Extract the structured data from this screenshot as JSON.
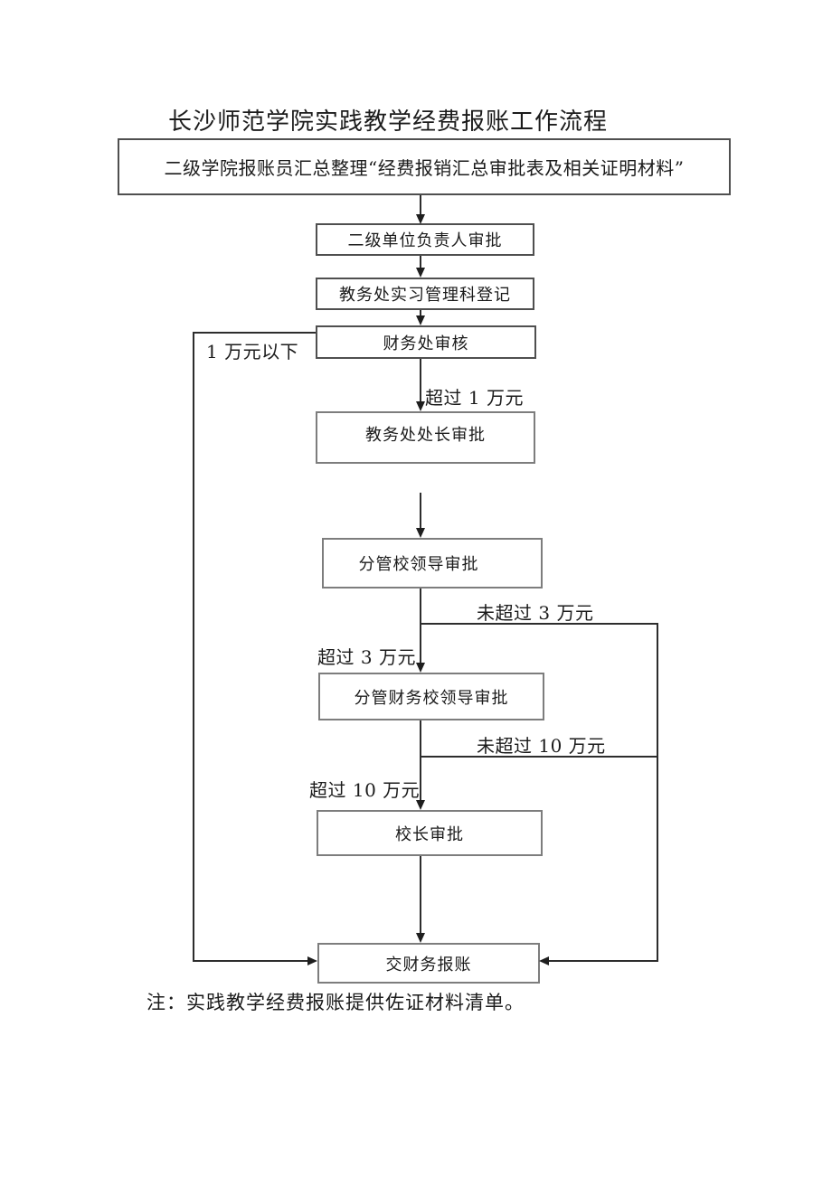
{
  "page": {
    "title": "长沙师范学院实践教学经费报账工作流程",
    "note": "注：实践教学经费报账提供佐证材料清单。"
  },
  "flowchart": {
    "nodes": [
      {
        "id": "summary",
        "label": "二级学院报账员汇总整理“经费报销汇总审批表及相关证明材料”"
      },
      {
        "id": "unit-leader",
        "label": "二级单位负责人审批"
      },
      {
        "id": "registration",
        "label": "教务处实习管理科登记"
      },
      {
        "id": "finance-audit",
        "label": "财务处审核"
      },
      {
        "id": "dean-approval",
        "label": "教务处处长审批"
      },
      {
        "id": "vp-approval",
        "label": "分管校领导审批"
      },
      {
        "id": "finance-vp-approval",
        "label": "分管财务校领导审批"
      },
      {
        "id": "president-approval",
        "label": "校长审批"
      },
      {
        "id": "submit-finance",
        "label": "交财务报账"
      }
    ],
    "edge_labels": {
      "below_10k": "1 万元以下",
      "above_10k": "超过 1 万元",
      "within_30k": "未超过 3 万元",
      "above_30k": "超过 3 万元",
      "within_100k": "未超过 10 万元",
      "above_100k": "超过 10 万元"
    },
    "colors": {
      "line": "#2d2d2d",
      "border_dark": "#4f4f4f",
      "border_gray": "#7d7d7d",
      "text": "#1b1b1b",
      "background": "#ffffff"
    }
  }
}
